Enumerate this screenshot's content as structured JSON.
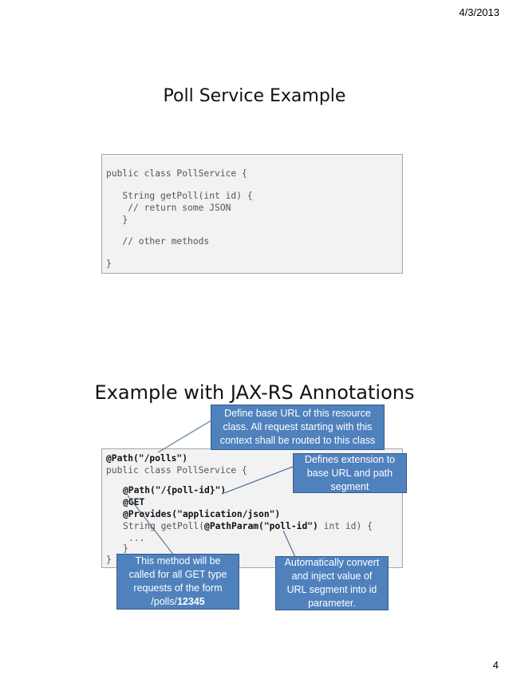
{
  "header": {
    "date": "4/3/2013"
  },
  "footer": {
    "page_number": "4"
  },
  "slide1": {
    "title": "Poll Service Example",
    "code_lines": [
      "public class PollService {",
      "   String getPoll(int id) {",
      "    // return some JSON",
      "   }",
      "   // other methods",
      "}"
    ]
  },
  "slide2": {
    "title": "Example with JAX-RS Annotations",
    "code": {
      "path_annotation": "@Path(\"/polls\")",
      "class_decl": "public class PollService {",
      "method_path": "@Path(\"/{poll-id}\")",
      "get_annotation": "@GET",
      "provides_annotation": "@Provides(\"application/json\")",
      "method_sig_start": "String getPoll(",
      "path_param": "@PathParam(\"poll-id\")",
      "method_sig_end": " int id) {",
      "ellipsis": "...",
      "close_method": "}",
      "close_class": "}"
    },
    "callouts": {
      "base_url": [
        "Define base URL of this resource",
        "class. All request starting with this",
        "context shall be routed to this class"
      ],
      "extension": [
        "Defines extension to",
        "base URL and path",
        "segment"
      ],
      "get_method": [
        "This method will be",
        "called for all GET type",
        "requests of the form"
      ],
      "get_method_path_prefix": "/polls/",
      "get_method_path_id": "12345",
      "auto_convert": [
        "Automatically convert",
        "and inject value of",
        "URL segment into id",
        "parameter."
      ]
    }
  }
}
